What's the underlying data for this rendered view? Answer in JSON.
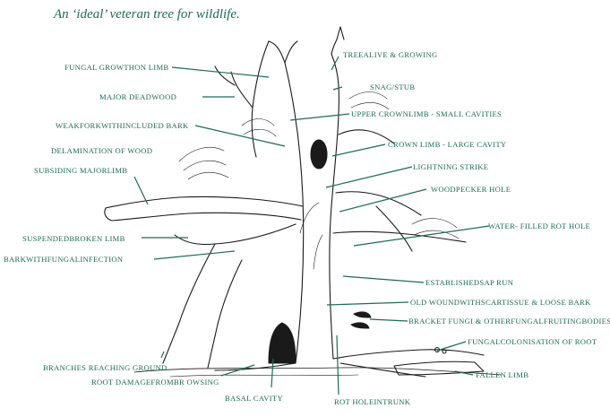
{
  "title": "An ‘ideal’ veteran tree for wildlife.",
  "colors": {
    "label": "#1f6b52",
    "ink": "#1a1a1a"
  },
  "labels": {
    "fungal_growth_on_limb": "FUNGAL GROWTHON LIMB",
    "tree_alive_growing": "TREEALIVE & GROWING",
    "snag_stub": "SNAG/STUB",
    "major_deadwood": "MAJOR DEADWOOD",
    "upper_crown_limb": "UPPER CROWNLIMB - SMALL CAVITIES",
    "weak_fork": "WEAKFORKWITHINCLUDED  BARK",
    "crown_limb_large_cavity": "CROWN LIMB - LARGE CAVITY",
    "delamination_of_wood": "DELAMINATION OF WOOD",
    "lightning_strike": "LIGHTNING STRIKE",
    "subsiding_major_limb": "SUBSIDING MAJORLIMB",
    "woodpecker_hole": "WOODPECKER HOLE",
    "water_filled_rot_hole": "WATER- FILLED ROT HOLE",
    "suspended_broken_limb": "SUSPENDEDBROKEN LIMB",
    "bark_with_fungal_infection": "BARKWITHFUNGALINFECTION",
    "established_sap_run": "ESTABLISHEDSAP RUN",
    "old_wound_scar_tissue": "OLD WOUNDWITHSCARTISSUE  & LOOSE BARK",
    "bracket_fungi": "BRACKET FUNGI & OTHERFUNGALFRUITINGBODIES",
    "fungal_colonisation_of_root": "FUNGALCOLONISATION OF ROOT",
    "branches_reaching_ground": "BRANCHES REACHING GROUND",
    "fallen_limb": "FALLEN LIMB",
    "root_damage_from_browsing": "ROOT DAMAGEFROMBR OWSING",
    "basal_cavity": "BASAL CAVITY",
    "rot_hole_in_trunk": "ROT HOLEINTRUNK"
  }
}
